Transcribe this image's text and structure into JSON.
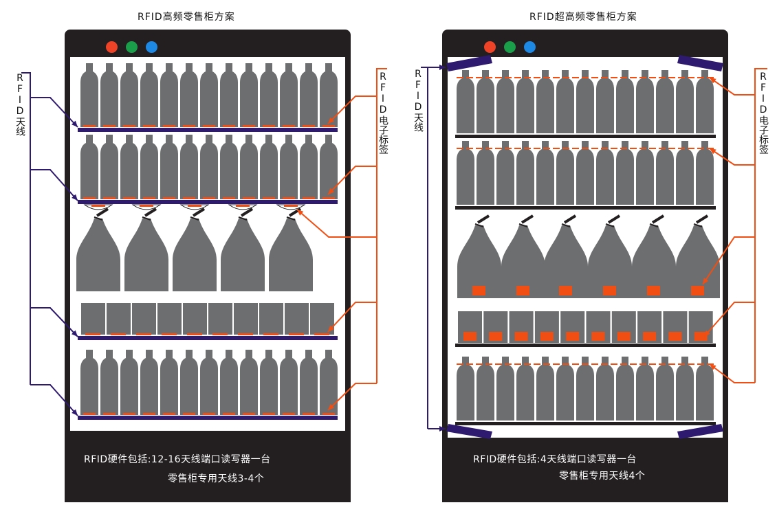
{
  "left": {
    "title": "RFID高频零售柜方案",
    "antenna_label": "RFID天线",
    "tag_label": "RFID电子标签",
    "footer_line1": "RFID硬件包括:12-16天线端口读写器一台",
    "footer_line2": "零售柜专用天线3-4个"
  },
  "right": {
    "title": "RFID超高频零售柜方案",
    "antenna_label": "RFID天线",
    "tag_label": "RFID电子标签",
    "footer_line1": "RFID硬件包括:4天线端口读写器一台",
    "footer_line2": "零售柜专用天线4个"
  },
  "colors": {
    "cabinet": "#231f20",
    "product": "#6d6e70",
    "antenna": "#2e1a6e",
    "tag": "#f04e12",
    "led_red": "#ee4326",
    "led_green": "#1a9e4a",
    "led_blue": "#1e88e5"
  }
}
